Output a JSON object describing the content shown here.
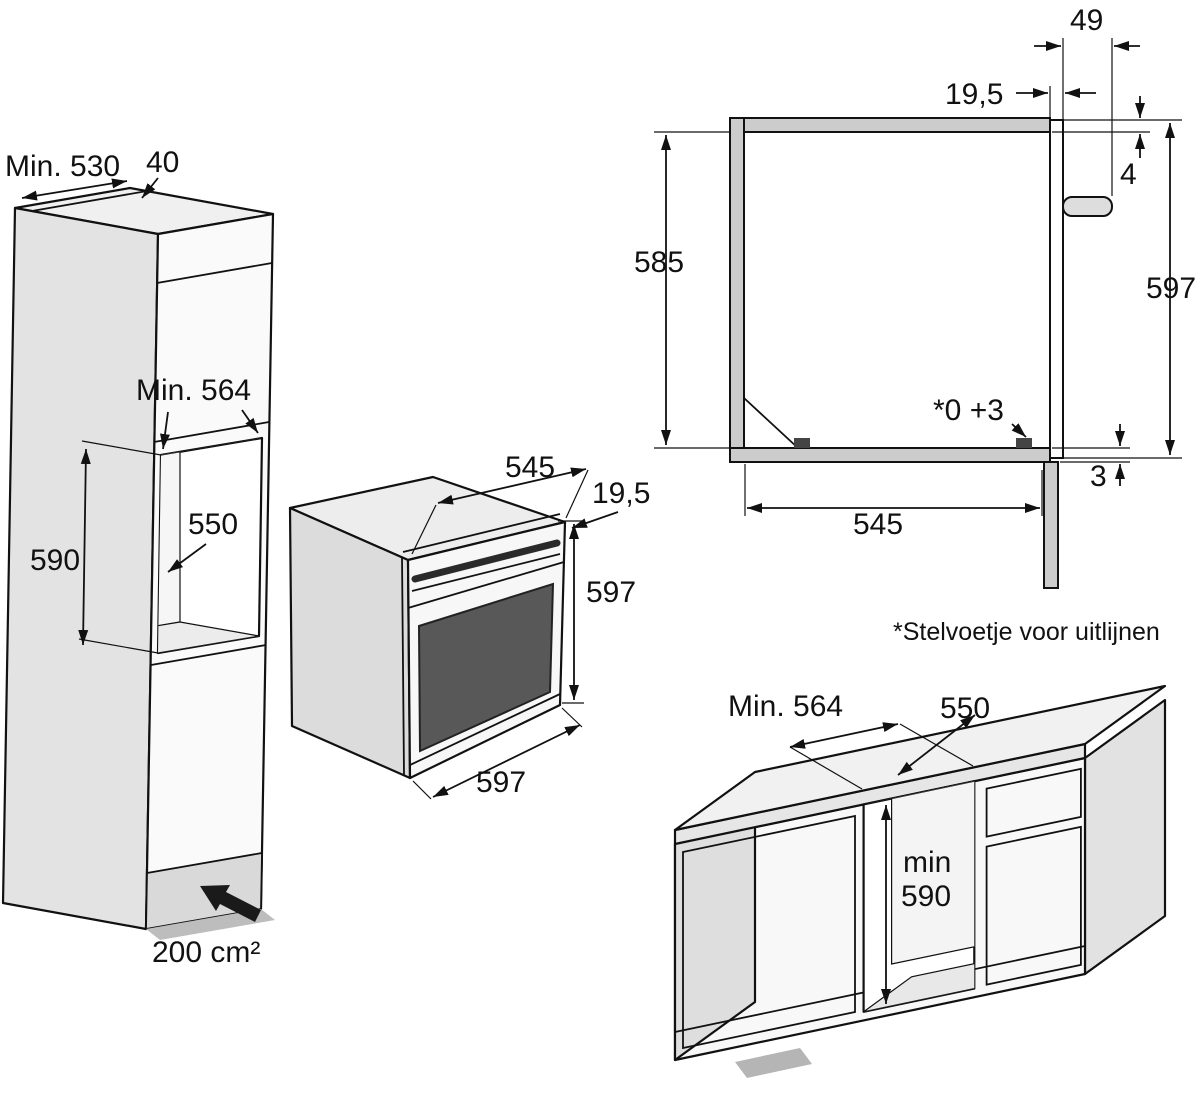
{
  "tall_cabinet": {
    "depth_min": "Min. 530",
    "rear_gap": "40",
    "niche_width_min": "Min. 564",
    "niche_depth": "550",
    "niche_height": "590",
    "ventilation": "200 cm²"
  },
  "oven": {
    "width": "545",
    "frame_overhang": "19,5",
    "height": "597",
    "depth": "597"
  },
  "side_section": {
    "handle_protrusion": "49",
    "frame_overhang": "19,5",
    "top_clearance": "4",
    "niche_height": "585",
    "front_height": "597",
    "levelling_feet": "*0 +3",
    "bottom_clearance": "3",
    "niche_depth": "545",
    "footnote": "*Stelvoetje voor uitlijnen"
  },
  "base_cabinet": {
    "niche_width_min": "Min. 564",
    "niche_depth": "550",
    "height_min_word": "min",
    "height_min_value": "590"
  }
}
